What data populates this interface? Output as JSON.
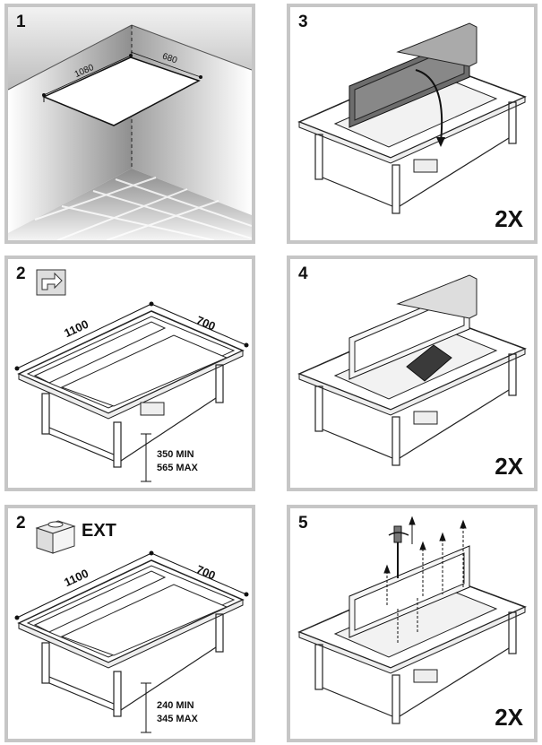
{
  "steps": [
    {
      "number": "1",
      "dims": [
        "1080",
        "680"
      ]
    },
    {
      "number": "2",
      "dims": [
        "1100",
        "700"
      ],
      "height": [
        "350 MIN",
        "565 MAX"
      ]
    },
    {
      "number": "2",
      "mode": "EXT",
      "dims": [
        "1100",
        "700"
      ],
      "height": [
        "240 MIN",
        "345 MAX"
      ]
    },
    {
      "number": "3",
      "multiplier": "2X"
    },
    {
      "number": "4",
      "multiplier": "2X"
    },
    {
      "number": "5",
      "multiplier": "2X"
    }
  ]
}
